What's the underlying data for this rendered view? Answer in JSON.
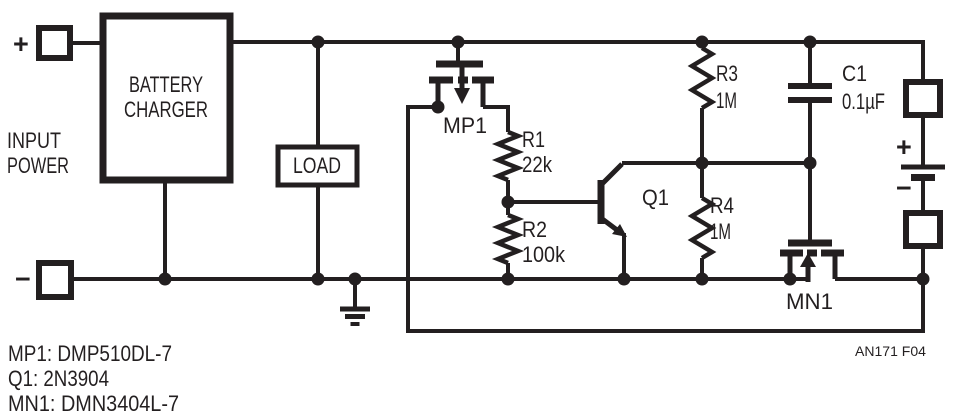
{
  "colors": {
    "ink": "#231f20",
    "background": "#ffffff"
  },
  "input": {
    "plus": "+",
    "minus": "−",
    "label_line1": "INPUT",
    "label_line2": "POWER"
  },
  "charger": {
    "line1": "BATTERY",
    "line2": "CHARGER"
  },
  "load": {
    "label": "LOAD"
  },
  "components": {
    "mp1": {
      "ref": "MP1",
      "type": "p-channel-mosfet"
    },
    "r1": {
      "ref": "R1",
      "value": "22k"
    },
    "r2": {
      "ref": "R2",
      "value": "100k"
    },
    "q1": {
      "ref": "Q1",
      "type": "npn-transistor"
    },
    "r3": {
      "ref": "R3",
      "value": "1M"
    },
    "r4": {
      "ref": "R4",
      "value": "1M"
    },
    "c1": {
      "ref": "C1",
      "value": "0.1µF"
    },
    "mn1": {
      "ref": "MN1",
      "type": "n-channel-mosfet"
    }
  },
  "battery": {
    "plus": "+",
    "minus": "−"
  },
  "notes": {
    "mp1": "MP1: DMP510DL-7",
    "q1": "Q1: 2N3904",
    "mn1": "MN1: DMN3404L-7"
  },
  "figure_ref": "AN171 F04"
}
